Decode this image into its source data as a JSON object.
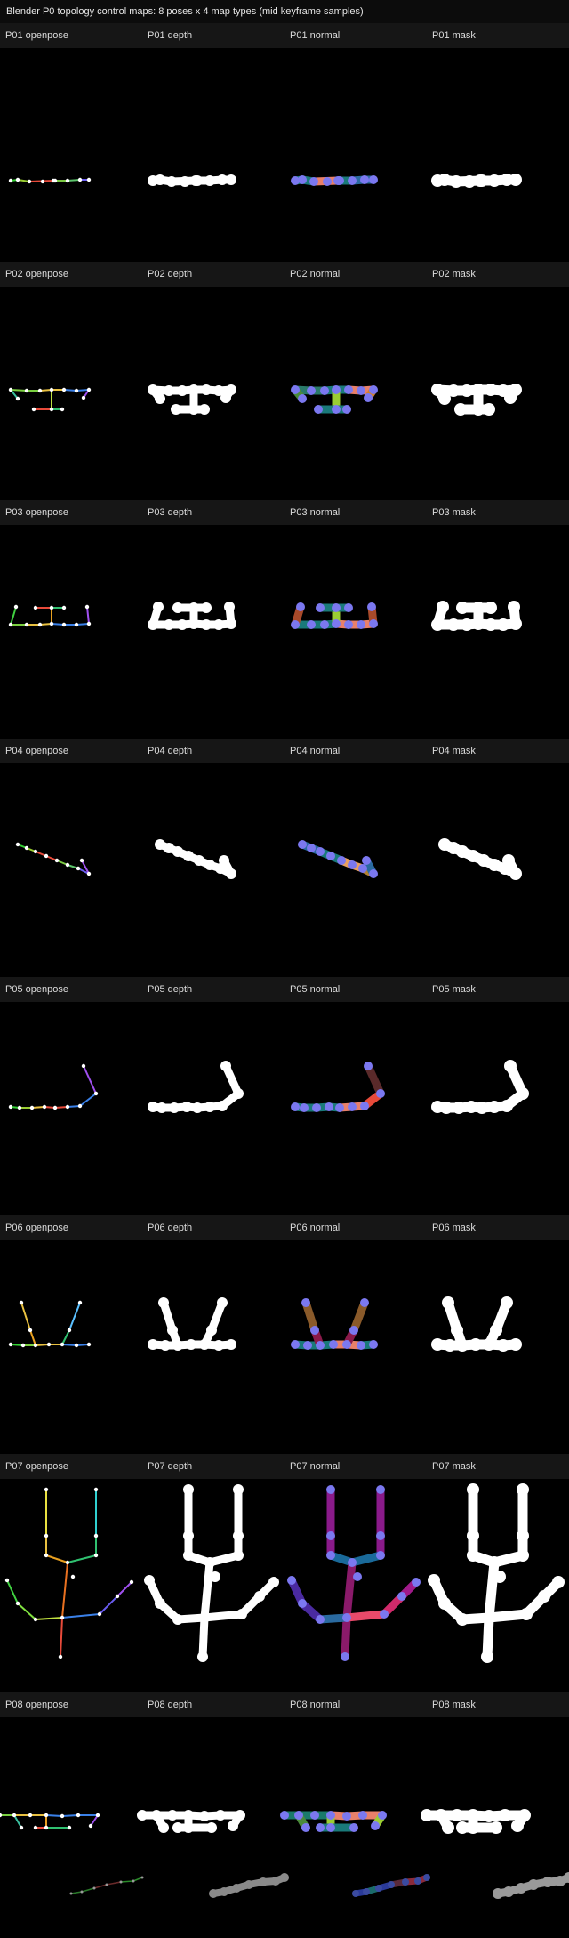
{
  "header": {
    "title": "Blender P0 topology control maps: 8 poses x 4 map types (mid keyframe samples)"
  },
  "rows": [
    {
      "id": "P01",
      "labels": [
        "P01 openpose",
        "P01 depth",
        "P01 normal",
        "P01 mask"
      ]
    },
    {
      "id": "P02",
      "labels": [
        "P02 openpose",
        "P02 depth",
        "P02 normal",
        "P02 mask"
      ]
    },
    {
      "id": "P03",
      "labels": [
        "P03 openpose",
        "P03 depth",
        "P03 normal",
        "P03 mask"
      ]
    },
    {
      "id": "P04",
      "labels": [
        "P04 openpose",
        "P04 depth",
        "P04 normal",
        "P04 mask"
      ]
    },
    {
      "id": "P05",
      "labels": [
        "P05 openpose",
        "P05 depth",
        "P05 normal",
        "P05 mask"
      ]
    },
    {
      "id": "P06",
      "labels": [
        "P06 openpose",
        "P06 depth",
        "P06 normal",
        "P06 mask"
      ]
    },
    {
      "id": "P07",
      "labels": [
        "P07 openpose",
        "P07 depth",
        "P07 normal",
        "P07 mask"
      ]
    },
    {
      "id": "P08",
      "labels": [
        "P08 openpose",
        "P08 depth",
        "P08 normal",
        "P08 mask"
      ]
    }
  ],
  "colors": {
    "background": "#000000",
    "row_header": "#161616",
    "page_header": "#0c0c0c",
    "label_text": "#dcdcdc",
    "depth_fill": "#ffffff",
    "mask_fill": "#ffffff",
    "normal_joint": "#7b78f0"
  }
}
